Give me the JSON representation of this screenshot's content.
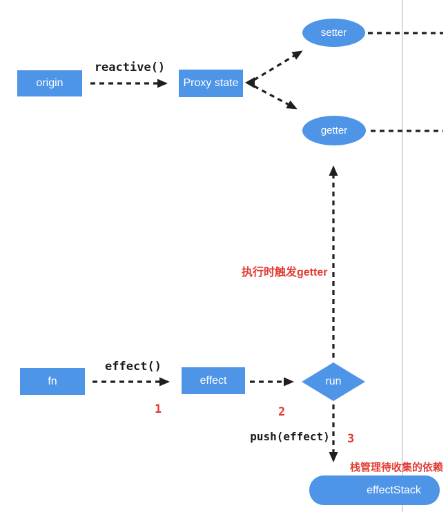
{
  "diagram": {
    "nodes": {
      "origin": {
        "label": "origin",
        "shape": "rect"
      },
      "proxy_state": {
        "label": "Proxy state",
        "shape": "rect"
      },
      "setter": {
        "label": "setter",
        "shape": "ellipse"
      },
      "getter": {
        "label": "getter",
        "shape": "ellipse"
      },
      "fn": {
        "label": "fn",
        "shape": "rect"
      },
      "effect": {
        "label": "effect",
        "shape": "rect"
      },
      "run": {
        "label": "run",
        "shape": "diamond"
      },
      "effect_stack": {
        "label": "effectStack",
        "shape": "rounded-rect"
      }
    },
    "edge_labels": {
      "reactive_call": "reactive()",
      "effect_call": "effect()",
      "push_effect": "push(effect)"
    },
    "annotations": {
      "trigger_getter": "执行时触发getter",
      "stack_note": "栈管理待收集的依赖"
    },
    "step_numbers": {
      "step1": "1",
      "step2": "2",
      "step3": "3"
    },
    "colors": {
      "node_blue": "#4e94e7",
      "annotation_red": "#e13b33",
      "arrow_black": "#1f1f1f",
      "divider_gray": "#d8d8d8"
    }
  }
}
